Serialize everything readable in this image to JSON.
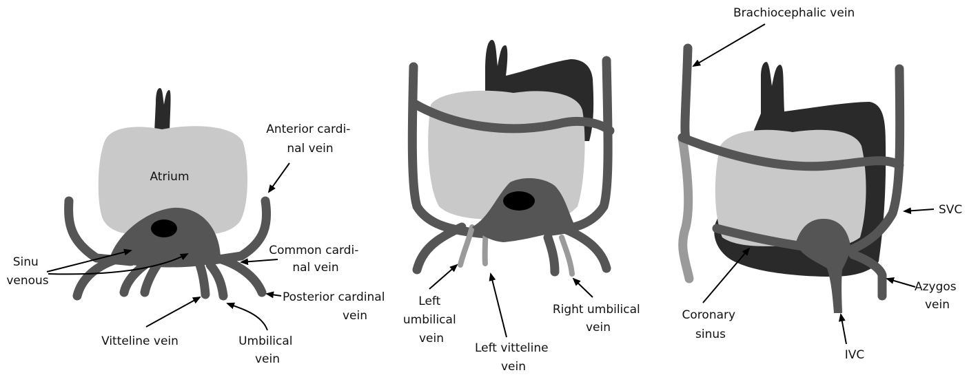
{
  "colors": {
    "vein": "#555555",
    "light_vein": "#9a9a9a",
    "atrium": "#c9c9c9",
    "dark": "#2a2a2a",
    "black": "#000000"
  },
  "panel1": {
    "atrium_label": "Atrium",
    "anterior_cardinal_vein": [
      "Anterior cardi-",
      "nal vein"
    ],
    "sinus_venosus": [
      "Sinu",
      "venous"
    ],
    "common_cardinal_vein": [
      "Common cardi-",
      "nal vein"
    ],
    "posterior_cardinal_vein": [
      "Posterior cardinal",
      "vein"
    ],
    "vitteline_vein": [
      "Vitteline vein"
    ],
    "umbilical_vein": [
      "Umbilical",
      "vein"
    ]
  },
  "panel2": {
    "left_umbilical_vein": [
      "Left",
      "umbilical",
      "vein"
    ],
    "left_vitteline_vein": [
      "Left vitteline",
      "vein"
    ],
    "right_umbilical_vein": [
      "Right umbilical",
      "vein"
    ]
  },
  "panel3": {
    "brachiocephalic_vein": [
      "Brachiocephalic vein"
    ],
    "svc": [
      "SVC"
    ],
    "azygos_vein": [
      "Azygos",
      "vein"
    ],
    "coronary_sinus": [
      "Coronary",
      "sinus"
    ],
    "ivc": [
      "IVC"
    ]
  }
}
